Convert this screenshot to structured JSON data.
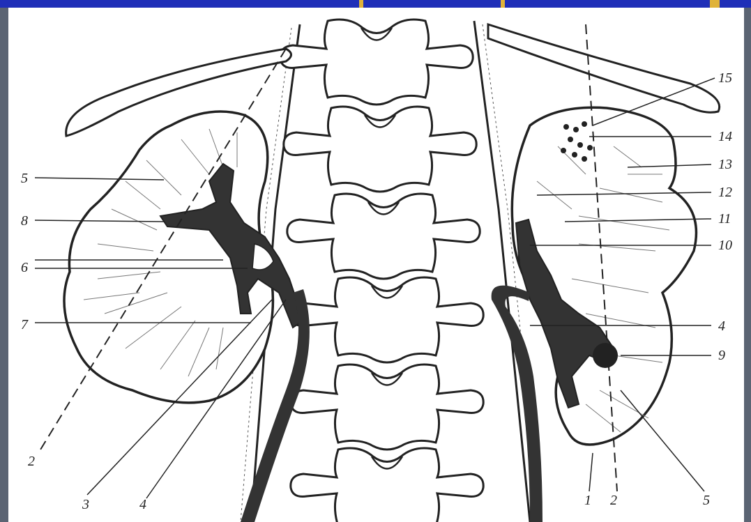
{
  "colors": {
    "banner": "#1f2fb8",
    "accent_gold": "#e0b33a",
    "frame": "#5b6473",
    "ink": "#222222",
    "collecting_system": "#333333"
  },
  "labels_left": [
    "5",
    "8",
    "6",
    "7"
  ],
  "labels_right": [
    "15",
    "14",
    "13",
    "12",
    "11",
    "10",
    "4",
    "9"
  ],
  "labels_bottom": [
    "2",
    "3",
    "4",
    "1",
    "2",
    "5"
  ]
}
